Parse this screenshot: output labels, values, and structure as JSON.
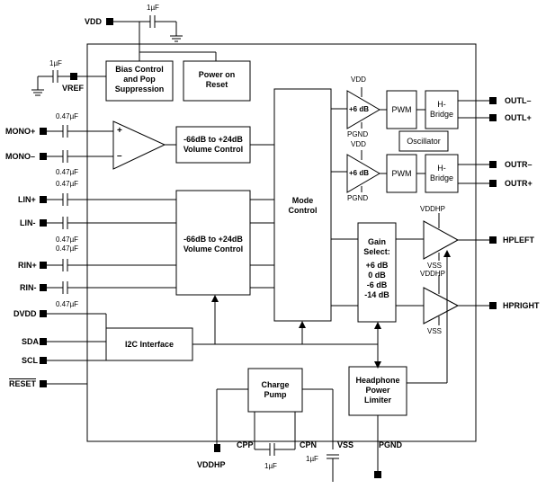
{
  "pins": {
    "vdd": "VDD",
    "vref": "VREF",
    "mono_p": "MONO+",
    "mono_n": "MONO–",
    "lin_p": "LIN+",
    "lin_n": "LIN-",
    "rin_p": "RIN+",
    "rin_n": "RIN-",
    "dvdd": "DVDD",
    "sda": "SDA",
    "scl": "SCL",
    "reset": "RESET",
    "vddhp": "VDDHP",
    "cpp": "CPP",
    "cpn": "CPN",
    "vss": "VSS",
    "pgnd": "PGND",
    "outl_n": "OUTL–",
    "outl_p": "OUTL+",
    "outr_n": "OUTR–",
    "outr_p": "OUTR+",
    "hpleft": "HPLEFT",
    "hpright": "HPRIGHT"
  },
  "caps": {
    "c1uf": "1µF",
    "c047": "0.47µF"
  },
  "blocks": {
    "bias_l1": "Bias Control",
    "bias_l2": "and Pop",
    "bias_l3": "Suppression",
    "por_l1": "Power on",
    "por_l2": "Reset",
    "vol1_l1": "-66dB to +24dB",
    "vol1_l2": "Volume Control",
    "vol2_l1": "-66dB to +24dB",
    "vol2_l2": "Volume Control",
    "mode_l1": "Mode",
    "mode_l2": "Control",
    "pwm": "PWM",
    "hbridge_l1": "H-",
    "hbridge_l2": "Bridge",
    "oscillator": "Oscillator",
    "gain_l1": "Gain",
    "gain_l2": "Select:",
    "gain_v1": "+6 dB",
    "gain_v2": "0 dB",
    "gain_v3": "-6 dB",
    "gain_v4": "-14 dB",
    "i2c": "I2C Interface",
    "cp_l1": "Charge",
    "cp_l2": "Pump",
    "hpl_l1": "Headphone",
    "hpl_l2": "Power",
    "hpl_l3": "Limiter"
  },
  "amp": {
    "plus6": "+6 dB",
    "vdd": "VDD",
    "pgnd": "PGND",
    "vddhp": "VDDHP",
    "vss": "VSS",
    "plus": "+",
    "minus": "–"
  }
}
